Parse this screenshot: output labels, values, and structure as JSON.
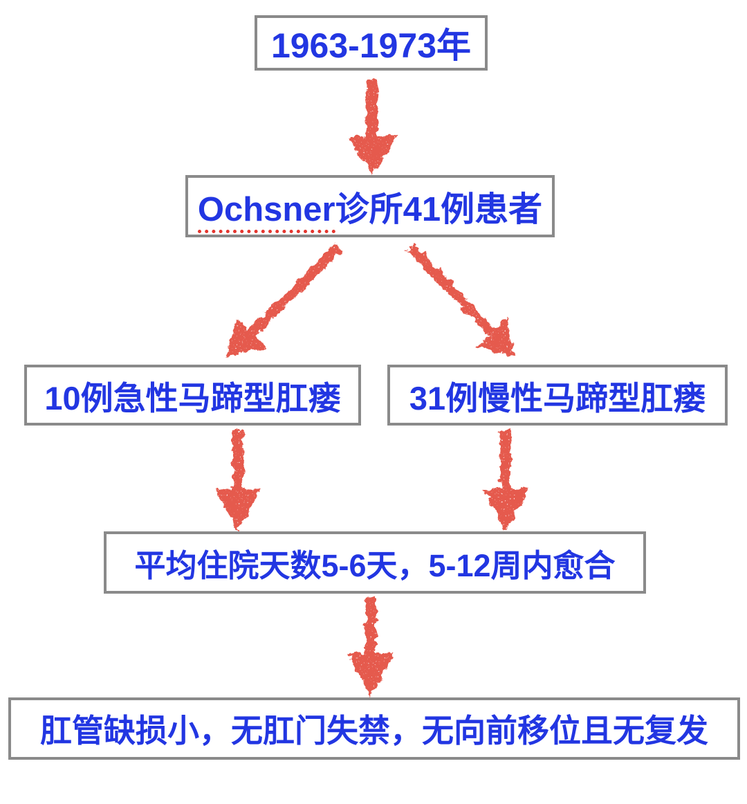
{
  "colors": {
    "text_blue": "#2236E2",
    "arrow_red": "#E55A4E",
    "box_border_gray": "#8A8A8A",
    "spellcheck_underline_red": "#E5352E",
    "background": "#FFFFFF"
  },
  "flowchart": {
    "nodes": {
      "years": {
        "label": "1963-1973年"
      },
      "clinic": {
        "label_en": "Ochsner",
        "label_zh": "诊所41例患者",
        "spellcheck_underline": true
      },
      "acute": {
        "label": "10例急性马蹄型肛瘘"
      },
      "chronic": {
        "label": "31例慢性马蹄型肛瘘"
      },
      "stay": {
        "label": "平均住院天数5-6天，5-12周内愈合"
      },
      "outcome": {
        "label": "肛管缺损小，无肛门失禁，无向前移位且无复发"
      }
    },
    "edges": [
      {
        "from": "years",
        "to": "clinic"
      },
      {
        "from": "clinic",
        "to": "acute"
      },
      {
        "from": "clinic",
        "to": "chronic"
      },
      {
        "from": "acute",
        "to": "stay"
      },
      {
        "from": "chronic",
        "to": "stay"
      },
      {
        "from": "stay",
        "to": "outcome"
      }
    ]
  }
}
